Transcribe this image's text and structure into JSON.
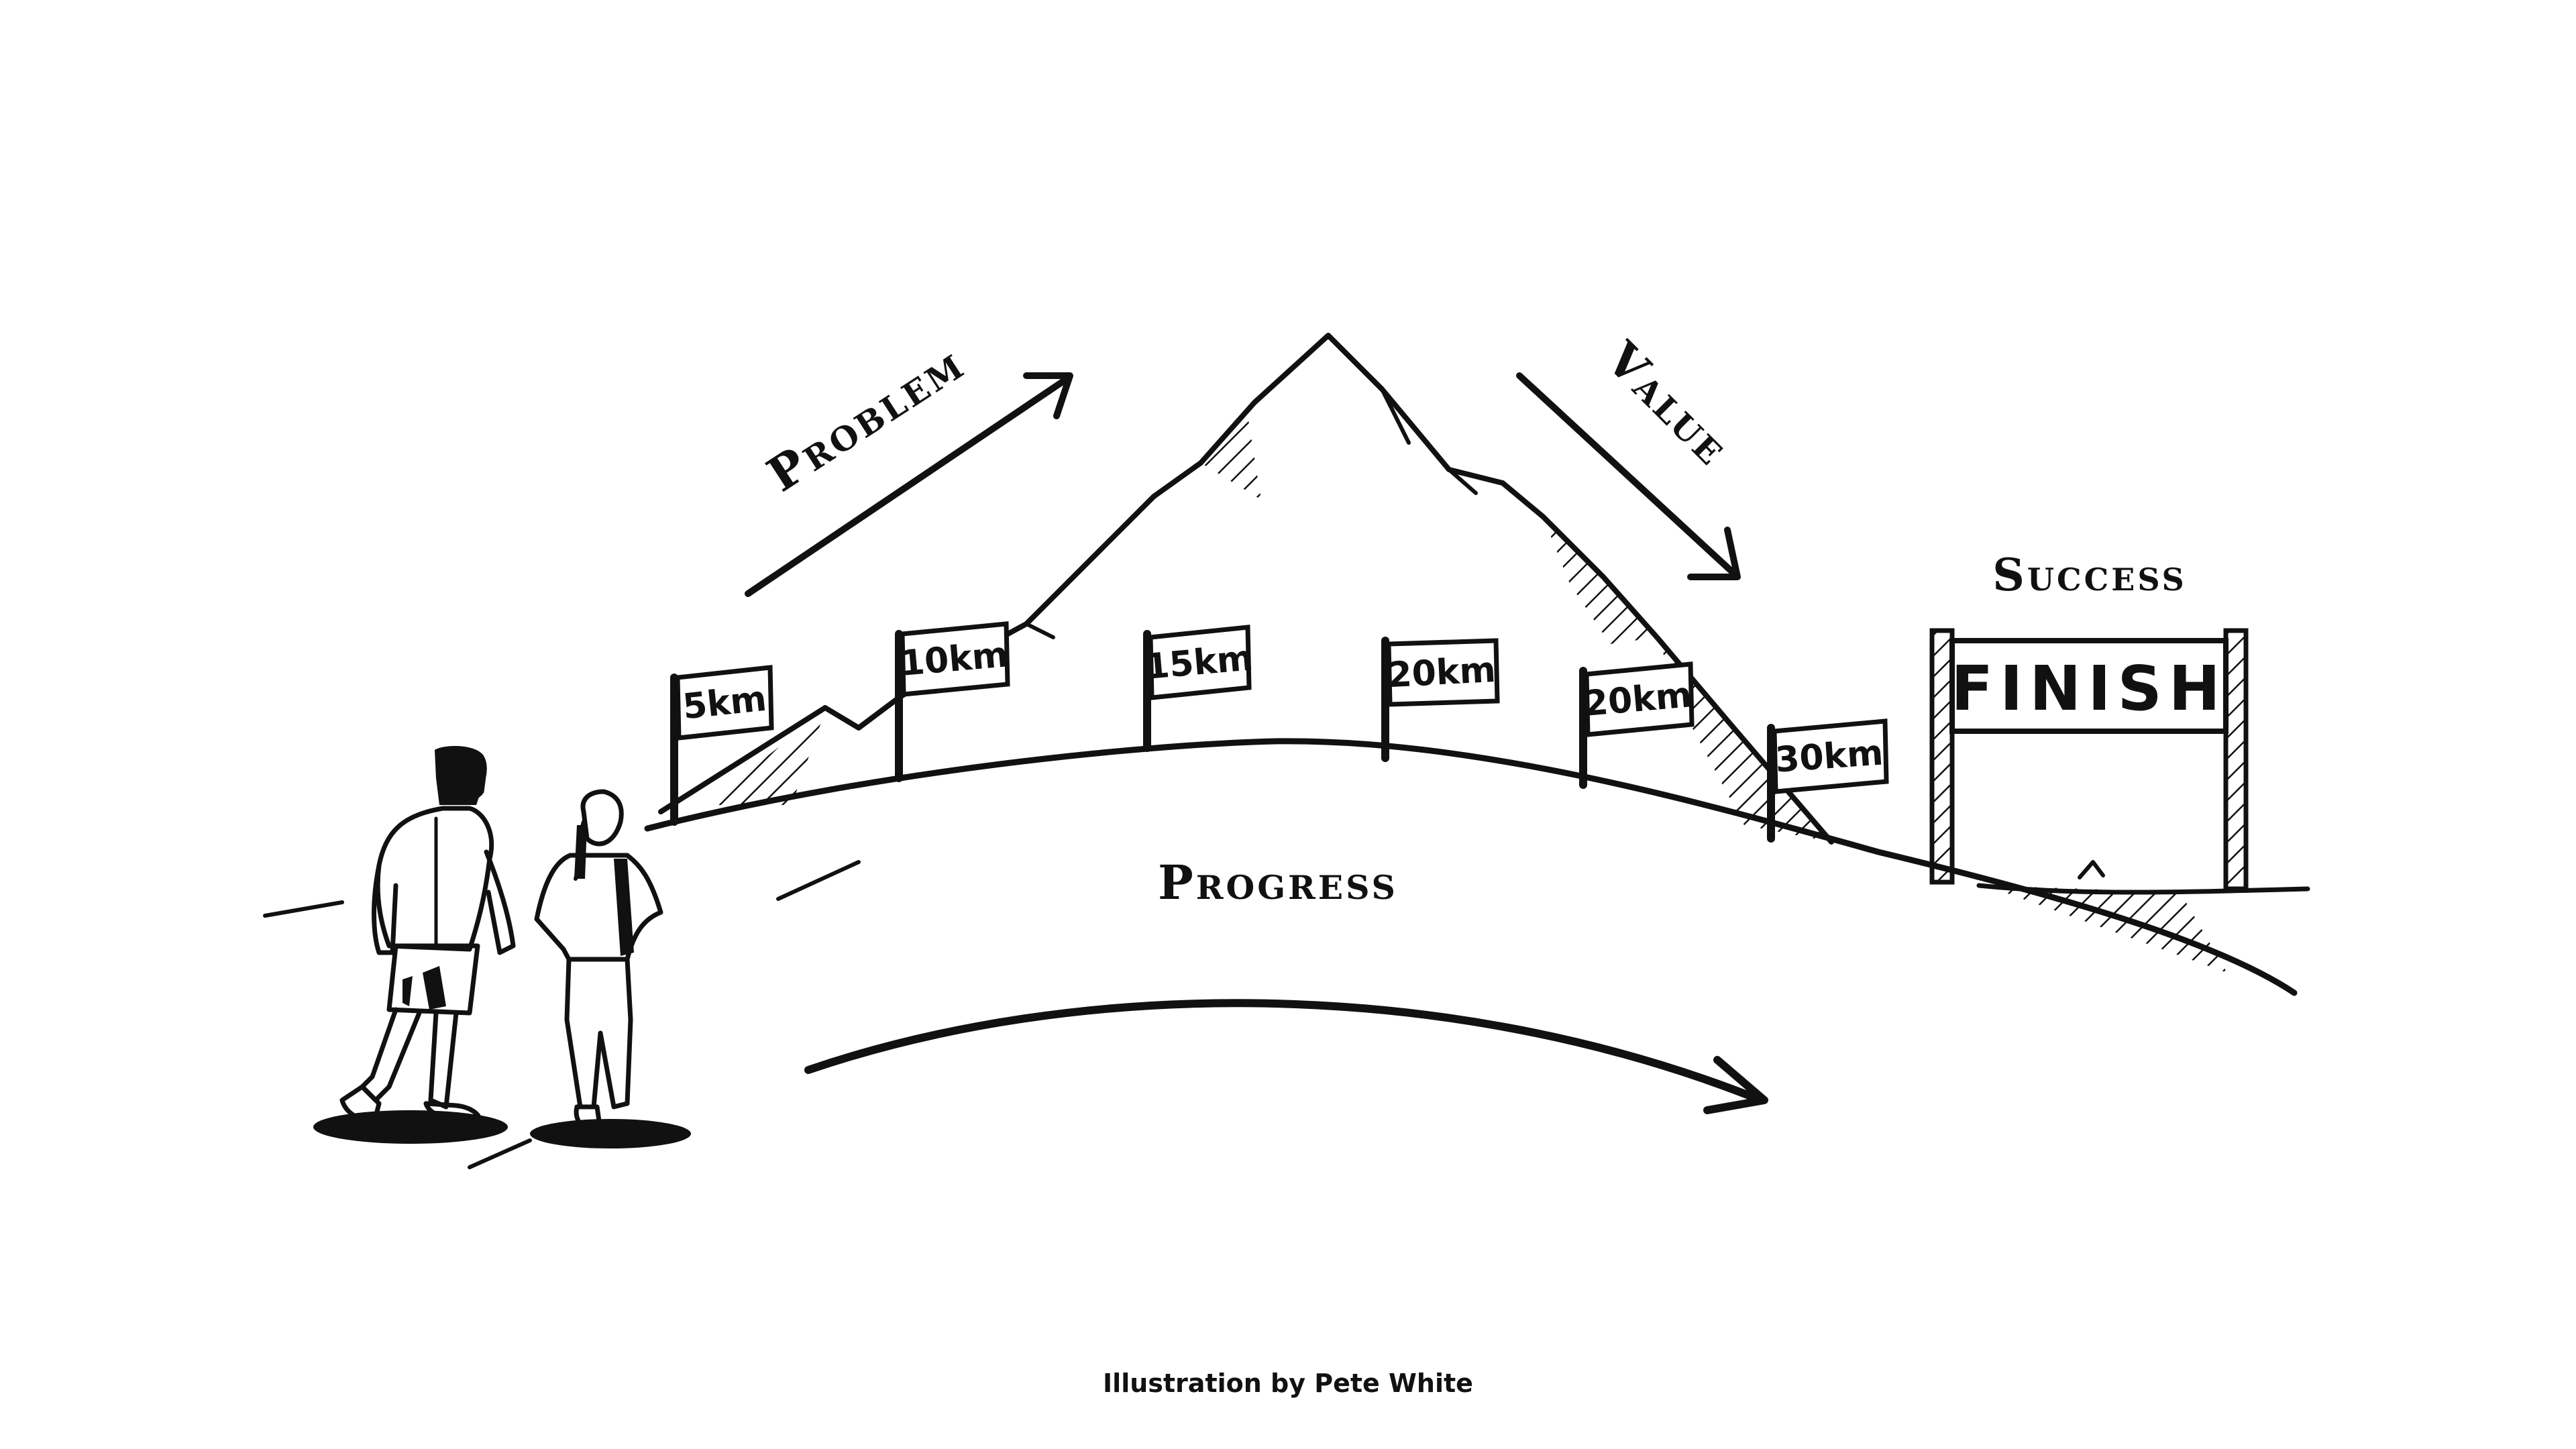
{
  "labels": {
    "problem": "Problem",
    "value": "Value",
    "success": "Success",
    "progress": "Progress",
    "finish": "FINISH"
  },
  "flags": [
    "5km",
    "10km",
    "15km",
    "20km",
    "20km",
    "30km"
  ],
  "credit": "Illustration by Pete White",
  "colors": {
    "ink": "#111111",
    "background": "#ffffff"
  }
}
